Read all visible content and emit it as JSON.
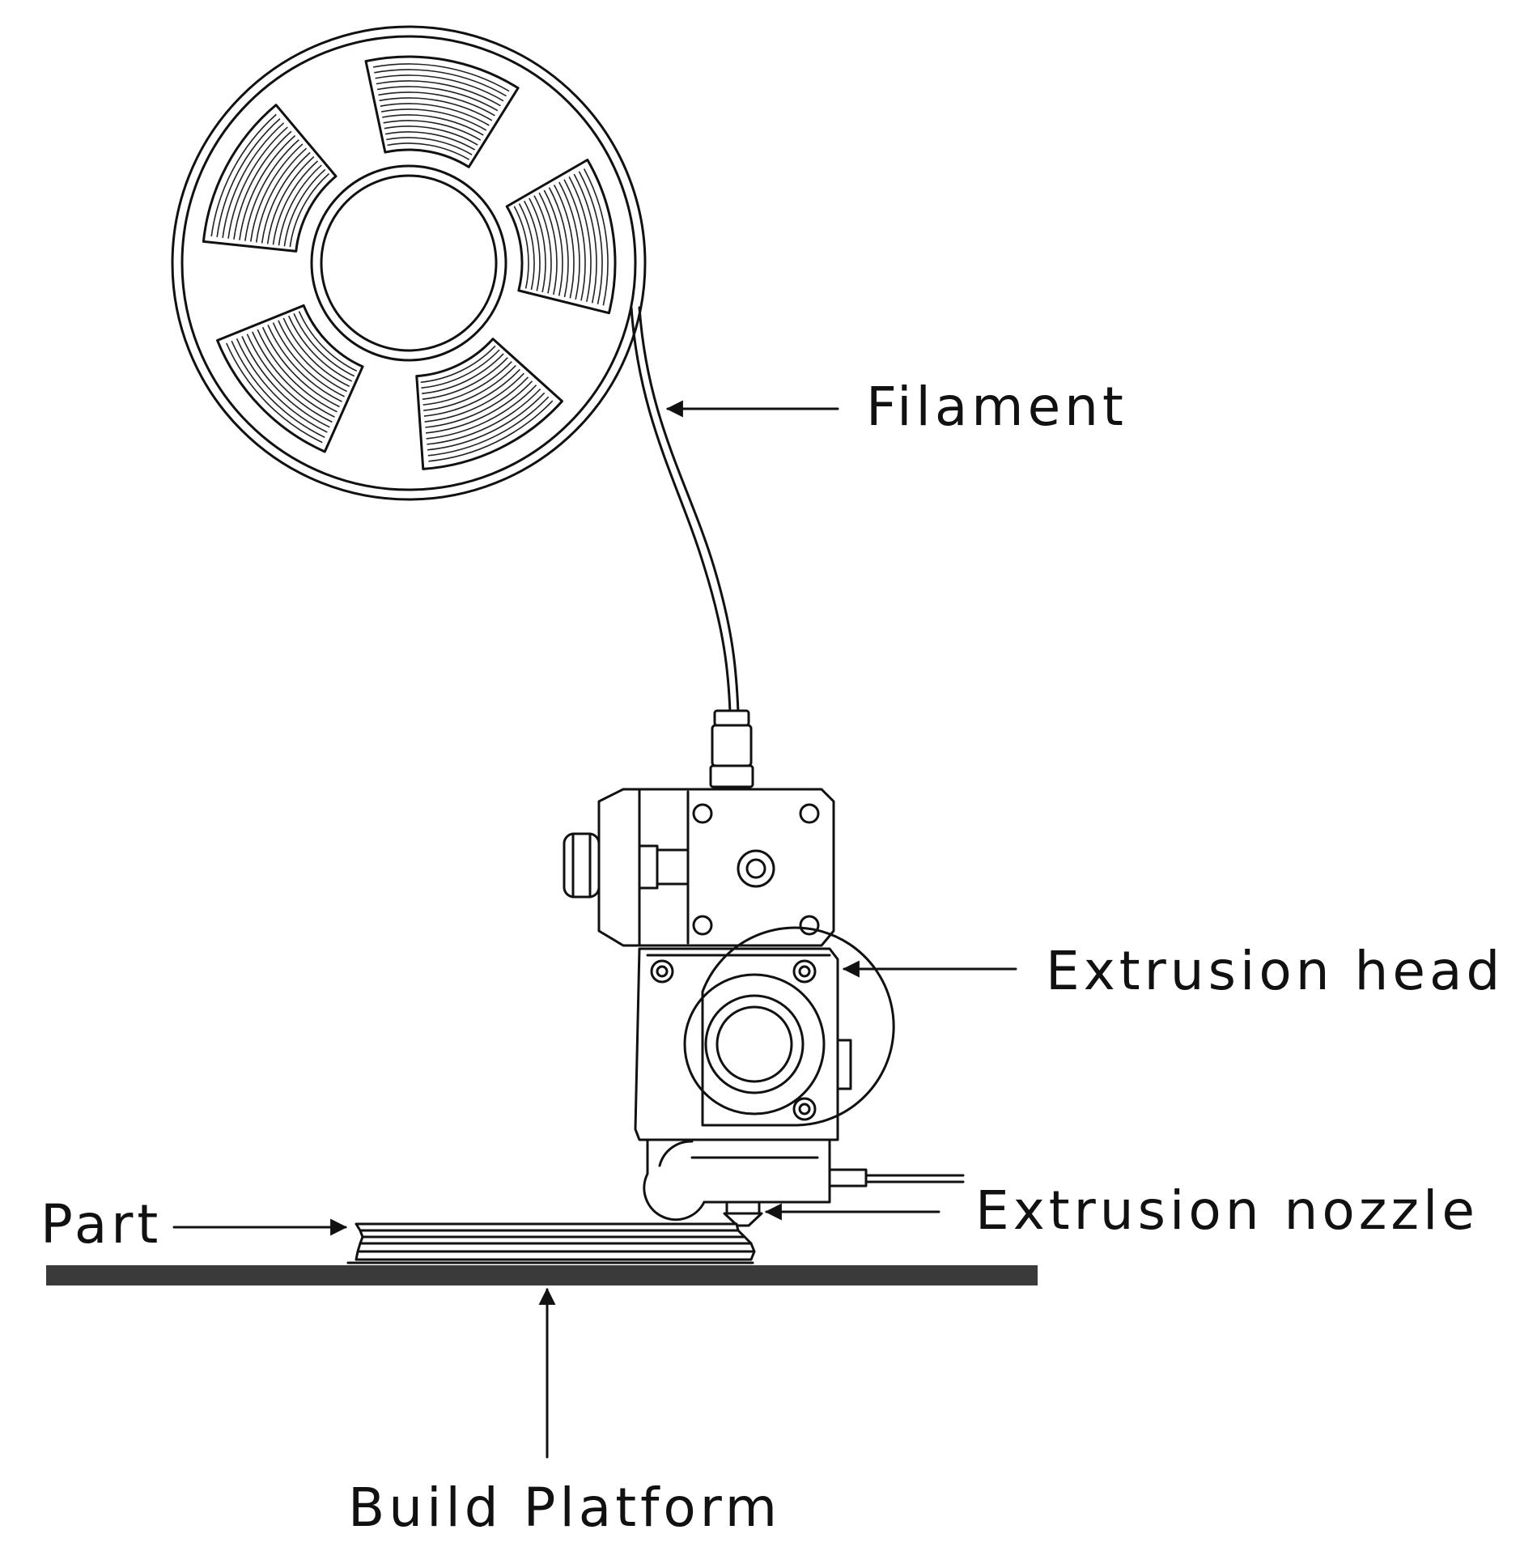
{
  "labels": {
    "filament": "Filament",
    "extrusion_head": "Extrusion head",
    "extrusion_nozzle": "Extrusion nozzle",
    "part": "Part",
    "build_platform": "Build Platform"
  },
  "colors": {
    "ink": "#111111",
    "platform": "#3a3a3a",
    "background": "#ffffff"
  },
  "icons": {
    "spool": "filament-spool-icon",
    "head": "extrusion-head-icon",
    "nozzle": "nozzle-icon",
    "part": "printed-part-icon",
    "platform": "build-platform-icon"
  }
}
